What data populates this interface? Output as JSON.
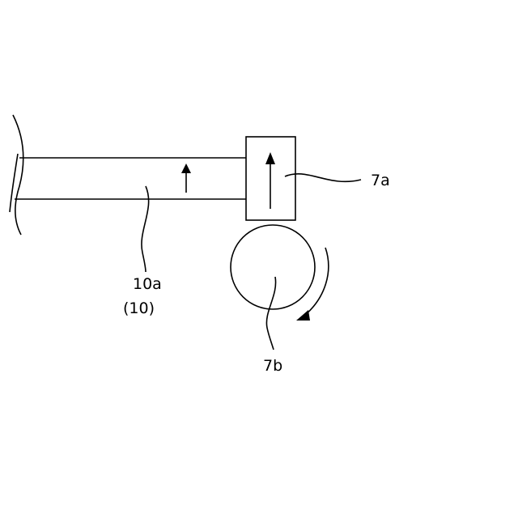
{
  "labels": {
    "roller_a": "7a",
    "roller_b": "7b",
    "belt_primary": "10a",
    "belt_secondary": "(10)"
  }
}
